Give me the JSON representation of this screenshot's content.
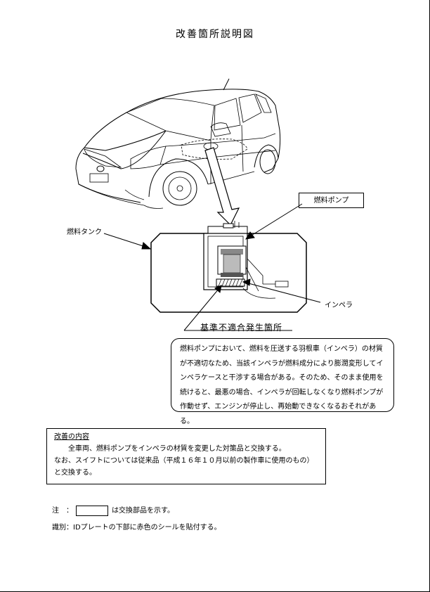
{
  "title": "改善箇所説明図",
  "labels": {
    "fuel_tank": "燃料タンク",
    "fuel_pump": "燃料ポンプ",
    "impeller": "インペラ"
  },
  "defect": {
    "heading": "基準不適合発生箇所",
    "lines": [
      "燃料ポンプにおいて、燃料を圧送する羽根車（インペラ）の材質",
      "が不適切なため、当該インペラが燃料成分により膨潤変形してイ",
      "ンペラケースと干渉する場合がある。そのため、そのまま使用を",
      "続けると、最悪の場合、インペラが回転しなくなり燃料ポンプが",
      "作動せず、エンジンが停止し、再始動できなくなるおそれがある。"
    ]
  },
  "fix": {
    "heading": "改善の内容",
    "lines": [
      "全車両、燃料ポンプをインペラの材質を変更した対策品と交換する。",
      "なお、スイフトについては従来品（平成１６年１０月以前の製作車に使用のもの）",
      "と交換する。"
    ]
  },
  "note": {
    "prefix": "注　：",
    "suffix": "は交換部品を示す。"
  },
  "identification": "識別：IDプレートの下部に赤色のシールを貼付する。"
}
